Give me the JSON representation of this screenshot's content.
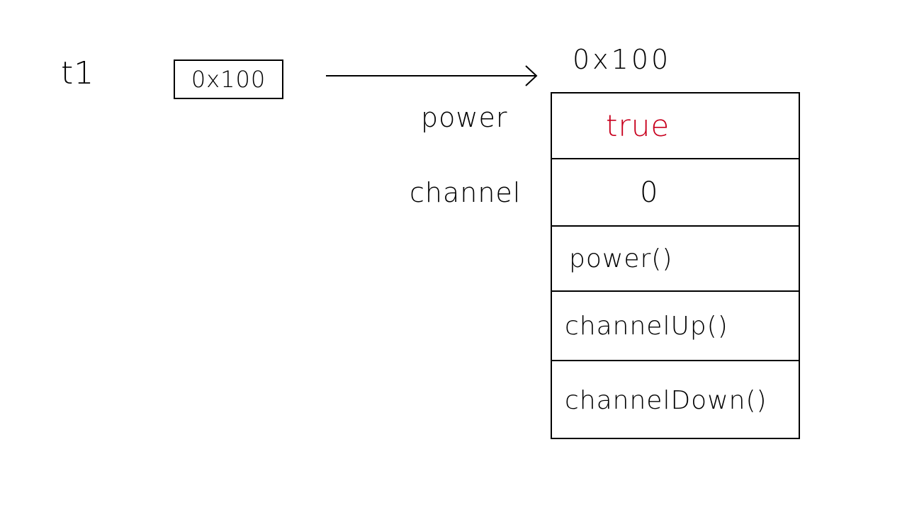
{
  "reference": {
    "variable_name": "t1",
    "value": "0x100"
  },
  "object": {
    "address": "0x100",
    "fields": [
      {
        "name": "power",
        "value": "true",
        "value_color": "#c8001e"
      },
      {
        "name": "channel",
        "value": "0"
      }
    ],
    "methods": [
      "power()",
      "channelUp()",
      "channelDown()"
    ]
  },
  "colors": {
    "ink": "#000000",
    "highlight": "#c8001e",
    "background": "#ffffff"
  }
}
